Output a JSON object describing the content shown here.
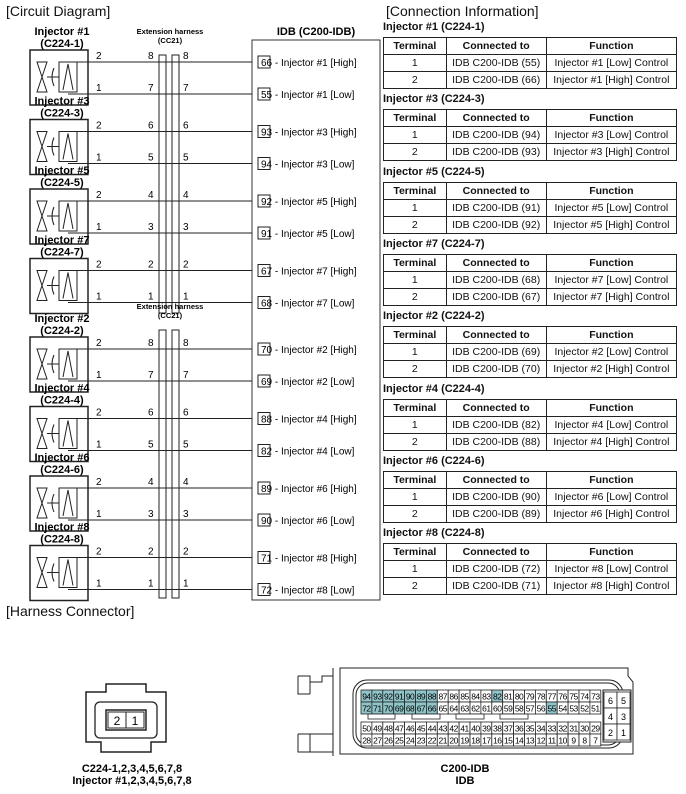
{
  "sections": {
    "circuit": "[Circuit Diagram]",
    "connection": "[Connection Information]",
    "harness": "[Harness Connector]"
  },
  "extension_harness": {
    "title": "Extension harness",
    "code": "(CC21)"
  },
  "idb_title": "IDB (C200-IDB)",
  "groups": [
    [
      {
        "name": "Injector #1",
        "code": "(C224-1)",
        "pins": [
          "2",
          "1"
        ],
        "harness": [
          "8",
          "7"
        ],
        "idb": [
          "66 - Injector #1 [High]",
          "55 - Injector #1 [Low]"
        ]
      },
      {
        "name": "Injector #3",
        "code": "(C224-3)",
        "pins": [
          "2",
          "1"
        ],
        "harness": [
          "6",
          "5"
        ],
        "idb": [
          "93 - Injector #3 [High]",
          "94 - Injector #3 [Low]"
        ]
      },
      {
        "name": "Injector #5",
        "code": "(C224-5)",
        "pins": [
          "2",
          "1"
        ],
        "harness": [
          "4",
          "3"
        ],
        "idb": [
          "92 - Injector #5 [High]",
          "91 - Injector #5 [Low]"
        ]
      },
      {
        "name": "Injector #7",
        "code": "(C224-7)",
        "pins": [
          "2",
          "1"
        ],
        "harness": [
          "2",
          "1"
        ],
        "idb": [
          "67 - Injector #7 [High]",
          "68 - Injector #7 [Low]"
        ]
      }
    ],
    [
      {
        "name": "Injector #2",
        "code": "(C224-2)",
        "pins": [
          "2",
          "1"
        ],
        "harness": [
          "8",
          "7"
        ],
        "idb": [
          "70 - Injector #2 [High]",
          "69 - Injector #2 [Low]"
        ]
      },
      {
        "name": "Injector #4",
        "code": "(C224-4)",
        "pins": [
          "2",
          "1"
        ],
        "harness": [
          "6",
          "5"
        ],
        "idb": [
          "88 - Injector #4 [High]",
          "82 - Injector #4 [Low]"
        ]
      },
      {
        "name": "Injector #6",
        "code": "(C224-6)",
        "pins": [
          "2",
          "1"
        ],
        "harness": [
          "4",
          "3"
        ],
        "idb": [
          "89 - Injector #6 [High]",
          "90 - Injector #6 [Low]"
        ]
      },
      {
        "name": "Injector #8",
        "code": "(C224-8)",
        "pins": [
          "2",
          "1"
        ],
        "harness": [
          "2",
          "1"
        ],
        "idb": [
          "71 - Injector #8 [High]",
          "72 - Injector #8 [Low]"
        ]
      }
    ]
  ],
  "table_headers": [
    "Terminal",
    "Connected to",
    "Function"
  ],
  "tables": [
    {
      "title": "Injector #1 (C224-1)",
      "rows": [
        [
          "1",
          "IDB C200-IDB (55)",
          "Injector #1 [Low] Control"
        ],
        [
          "2",
          "IDB C200-IDB (66)",
          "Injector #1 [High] Control"
        ]
      ]
    },
    {
      "title": "Injector #3 (C224-3)",
      "rows": [
        [
          "1",
          "IDB C200-IDB (94)",
          "Injector #3 [Low] Control"
        ],
        [
          "2",
          "IDB C200-IDB (93)",
          "Injector #3 [High] Control"
        ]
      ]
    },
    {
      "title": "Injector #5 (C224-5)",
      "rows": [
        [
          "1",
          "IDB C200-IDB (91)",
          "Injector #5 [Low] Control"
        ],
        [
          "2",
          "IDB C200-IDB (92)",
          "Injector #5 [High] Control"
        ]
      ]
    },
    {
      "title": "Injector #7 (C224-7)",
      "rows": [
        [
          "1",
          "IDB C200-IDB (68)",
          "Injector #7 [Low] Control"
        ],
        [
          "2",
          "IDB C200-IDB (67)",
          "Injector #7 [High] Control"
        ]
      ]
    },
    {
      "title": "Injector #2 (C224-2)",
      "rows": [
        [
          "1",
          "IDB C200-IDB (69)",
          "Injector #2 [Low] Control"
        ],
        [
          "2",
          "IDB C200-IDB (70)",
          "Injector #2 [High] Control"
        ]
      ]
    },
    {
      "title": "Injector #4 (C224-4)",
      "rows": [
        [
          "1",
          "IDB C200-IDB (82)",
          "Injector #4 [Low] Control"
        ],
        [
          "2",
          "IDB C200-IDB (88)",
          "Injector #4 [High] Control"
        ]
      ]
    },
    {
      "title": "Injector #6 (C224-6)",
      "rows": [
        [
          "1",
          "IDB C200-IDB (90)",
          "Injector #6 [Low] Control"
        ],
        [
          "2",
          "IDB C200-IDB (89)",
          "Injector #6 [High] Control"
        ]
      ]
    },
    {
      "title": "Injector #8 (C224-8)",
      "rows": [
        [
          "1",
          "IDB C200-IDB (72)",
          "Injector #8 [Low] Control"
        ],
        [
          "2",
          "IDB C200-IDB (71)",
          "Injector #8 [High] Control"
        ]
      ]
    }
  ],
  "injector_connector": {
    "pins": [
      "2",
      "1"
    ],
    "label1": "C224-1,2,3,4,5,6,7,8",
    "label2": "Injector #1,2,3,4,5,6,7,8"
  },
  "idb_connector": {
    "label1": "C200-IDB",
    "label2": "IDB",
    "highlight_color": "#8fc4c8",
    "highlighted": [
      "94",
      "93",
      "92",
      "91",
      "90",
      "89",
      "88",
      "82",
      "72",
      "71",
      "70",
      "69",
      "68",
      "67",
      "66",
      "55"
    ],
    "side_pins": [
      [
        "6",
        "5"
      ],
      [
        "4",
        "3"
      ],
      [
        "2",
        "1"
      ]
    ]
  }
}
